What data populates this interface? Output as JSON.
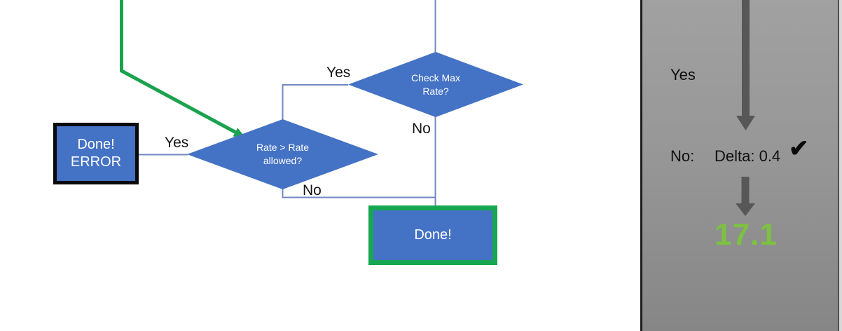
{
  "flowchart": {
    "decision_check_max": {
      "line1": "Check Max",
      "line2": "Rate?"
    },
    "decision_rate_allowed": {
      "line1": "Rate > Rate",
      "line2": "allowed?"
    },
    "error_box": {
      "line1": "Done!",
      "line2": "ERROR"
    },
    "done_box": {
      "label": "Done!"
    },
    "labels": {
      "check_max_yes": "Yes",
      "check_max_no": "No",
      "rate_allowed_yes": "Yes",
      "rate_allowed_no": "No"
    }
  },
  "side_panel": {
    "yes_label": "Yes",
    "no_label": "No:",
    "delta_label": "Delta: 0.4",
    "check_icon": "✔",
    "result_value": "17.1"
  },
  "colors": {
    "shape_blue": "#4472c4",
    "connector_blue": "#7288c0",
    "flow_green": "#1ba24e",
    "done_border_green": "#17a750",
    "error_border_black": "#0a0a0a",
    "panel_arrow_gray": "#575757",
    "panel_gray_top": "#a1a1a1",
    "panel_gray_bottom": "#868686",
    "result_green": "#7cc142"
  }
}
